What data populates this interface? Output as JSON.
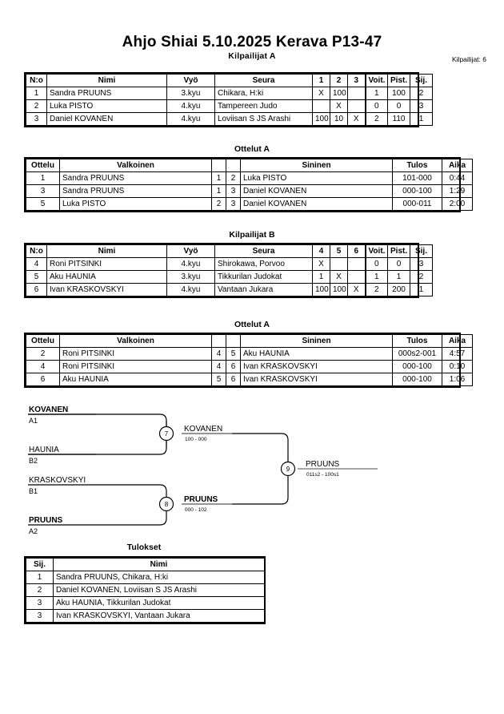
{
  "header": {
    "title": "Ahjo Shiai  5.10.2025  Kerava   P13-47",
    "entrants_label": "Kilpailijat: 6"
  },
  "pool_a": {
    "caption": "Kilpailijat A",
    "columns": {
      "no": "N:o",
      "name": "Nimi",
      "belt": "Vyö",
      "club": "Seura",
      "m1": "1",
      "m2": "2",
      "m3": "3",
      "wins": "Voit.",
      "points": "Pist.",
      "rank": "Sij."
    },
    "rows": [
      {
        "no": "1",
        "name": "Sandra PRUUNS",
        "belt": "3.kyu",
        "club": "Chikara, H:ki",
        "m1": "X",
        "m2": "100",
        "m3": "",
        "wins": "1",
        "points": "100",
        "rank": "2"
      },
      {
        "no": "2",
        "name": "Luka PISTO",
        "belt": "4.kyu",
        "club": "Tampereen Judo",
        "m1": "",
        "m2": "X",
        "m3": "",
        "wins": "0",
        "points": "0",
        "rank": "3"
      },
      {
        "no": "3",
        "name": "Daniel KOVANEN",
        "belt": "4.kyu",
        "club": "Loviisan S JS Arashi",
        "m1": "100",
        "m2": "10",
        "m3": "X",
        "wins": "2",
        "points": "110",
        "rank": "1"
      }
    ]
  },
  "matches_a": {
    "caption": "Ottelut A",
    "columns": {
      "no": "Ottelu",
      "white": "Valkoinen",
      "n1": "",
      "n2": "",
      "blue": "Sininen",
      "result": "Tulos",
      "time": "Aika"
    },
    "rows": [
      {
        "no": "1",
        "white": "Sandra PRUUNS",
        "white_winner": true,
        "n1": "1",
        "n2": "2",
        "blue": "Luka PISTO",
        "blue_winner": false,
        "result": "101-000",
        "time": "0:44"
      },
      {
        "no": "3",
        "white": "Sandra PRUUNS",
        "white_winner": false,
        "n1": "1",
        "n2": "3",
        "blue": "Daniel KOVANEN",
        "blue_winner": true,
        "result": "000-100",
        "time": "1:29"
      },
      {
        "no": "5",
        "white": "Luka PISTO",
        "white_winner": false,
        "n1": "2",
        "n2": "3",
        "blue": "Daniel KOVANEN",
        "blue_winner": true,
        "result": "000-011",
        "time": "2:00"
      }
    ]
  },
  "pool_b": {
    "caption": "Kilpailijat B",
    "columns": {
      "no": "N:o",
      "name": "Nimi",
      "belt": "Vyö",
      "club": "Seura",
      "m1": "4",
      "m2": "5",
      "m3": "6",
      "wins": "Voit.",
      "points": "Pist.",
      "rank": "Sij."
    },
    "rows": [
      {
        "no": "4",
        "name": "Roni PITSINKI",
        "belt": "4.kyu",
        "club": "Shirokawa, Porvoo",
        "m1": "X",
        "m2": "",
        "m3": "",
        "wins": "0",
        "points": "0",
        "rank": "3"
      },
      {
        "no": "5",
        "name": "Aku HAUNIA",
        "belt": "3.kyu",
        "club": "Tikkurilan Judokat",
        "m1": "1",
        "m2": "X",
        "m3": "",
        "wins": "1",
        "points": "1",
        "rank": "2"
      },
      {
        "no": "6",
        "name": "Ivan KRASKOVSKYI",
        "belt": "4.kyu",
        "club": "Vantaan Jukara",
        "m1": "100",
        "m2": "100",
        "m3": "X",
        "wins": "2",
        "points": "200",
        "rank": "1"
      }
    ]
  },
  "matches_b": {
    "caption": "Ottelut A",
    "columns": {
      "no": "Ottelu",
      "white": "Valkoinen",
      "n1": "",
      "n2": "",
      "blue": "Sininen",
      "result": "Tulos",
      "time": "Aika"
    },
    "rows": [
      {
        "no": "2",
        "white": "Roni PITSINKI",
        "white_winner": false,
        "n1": "4",
        "n2": "5",
        "blue": "Aku HAUNIA",
        "blue_winner": true,
        "result": "000s2-001",
        "time": "4:57"
      },
      {
        "no": "4",
        "white": "Roni PITSINKI",
        "white_winner": false,
        "n1": "4",
        "n2": "6",
        "blue": "Ivan KRASKOVSKYI",
        "blue_winner": true,
        "result": "000-100",
        "time": "0:10"
      },
      {
        "no": "6",
        "white": "Aku HAUNIA",
        "white_winner": false,
        "n1": "5",
        "n2": "6",
        "blue": "Ivan KRASKOVSKYI",
        "blue_winner": true,
        "result": "000-100",
        "time": "1:06"
      }
    ]
  },
  "bracket": {
    "entries": [
      {
        "name": "KOVANEN",
        "seed": "A1",
        "winner": true
      },
      {
        "name": "HAUNIA",
        "seed": "B2",
        "winner": false
      },
      {
        "name": "KRASKOVSKYI",
        "seed": "B1",
        "winner": false
      },
      {
        "name": "PRUUNS",
        "seed": "A2",
        "winner": true
      }
    ],
    "nodes": [
      {
        "number": "7",
        "winner": "KOVANEN",
        "score": "100 - 000"
      },
      {
        "number": "8",
        "winner": "PRUUNS",
        "score": "000 - 102"
      },
      {
        "number": "9",
        "winner": "PRUUNS",
        "score": "011s2 - 100s1"
      }
    ]
  },
  "results": {
    "caption": "Tulokset",
    "columns": {
      "rank": "Sij.",
      "name": "Nimi"
    },
    "rows": [
      {
        "rank": "1",
        "name": "Sandra PRUUNS, Chikara, H:ki"
      },
      {
        "rank": "2",
        "name": "Daniel KOVANEN, Loviisan S JS Arashi"
      },
      {
        "rank": "3",
        "name": "Aku HAUNIA, Tikkurilan Judokat"
      },
      {
        "rank": "3",
        "name": "Ivan KRASKOVSKYI, Vantaan Jukara"
      }
    ]
  }
}
